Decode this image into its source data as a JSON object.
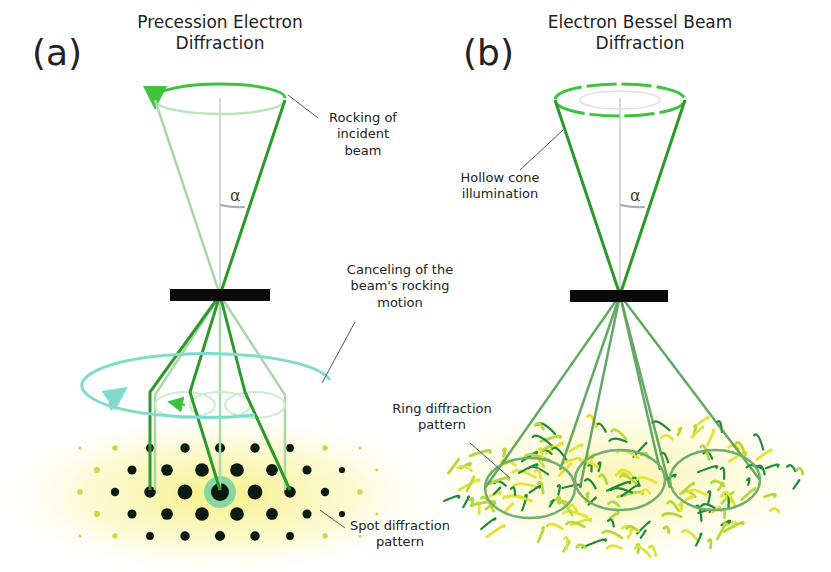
{
  "diagram": {
    "labels": [
      "(a)",
      "Precession Electron Diffraction",
      "(b)",
      "Electron Bessel Beam Diffraction",
      "Rocking of incident beam",
      "α",
      "Canceling of the beam's rocking motion",
      "Spot diffraction pattern",
      "Hollow cone illumination",
      "α",
      "Ring diffraction pattern"
    ]
  }
}
